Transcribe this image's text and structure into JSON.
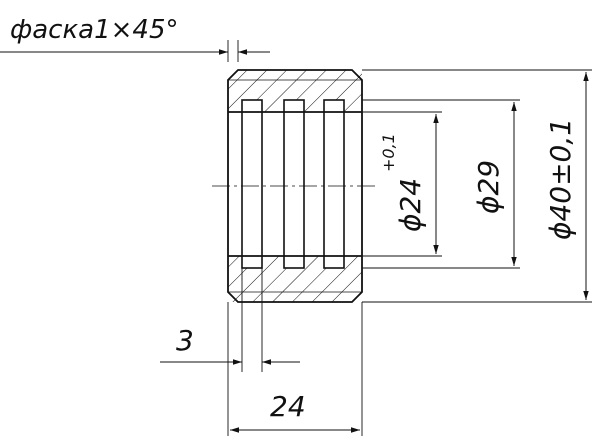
{
  "labels": {
    "chamfer": "фаска1×45°",
    "width_overall": "24",
    "width_small": "3",
    "dia_inner": "ϕ24",
    "dia_inner_tol": "+0,1",
    "dia_groove": "ϕ29",
    "dia_outer": "ϕ40±0,1"
  },
  "colors": {
    "line": "#111111",
    "background": "#ffffff"
  }
}
